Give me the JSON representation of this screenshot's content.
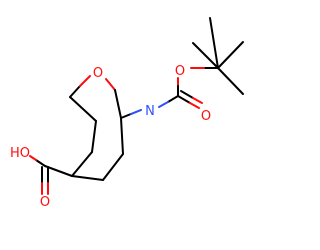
{
  "molecule": {
    "atoms": {
      "ring_oxygen": "O",
      "bridge_nitrogen": "N",
      "carbamate_ether_oxygen": "O",
      "carbamate_carbonyl_oxygen": "O",
      "acid_hydroxyl": "HO",
      "acid_carbonyl_oxygen": "O"
    },
    "colors": {
      "oxygen": "#ff0d0d",
      "nitrogen": "#3050f8",
      "carbon": "#000000"
    }
  }
}
